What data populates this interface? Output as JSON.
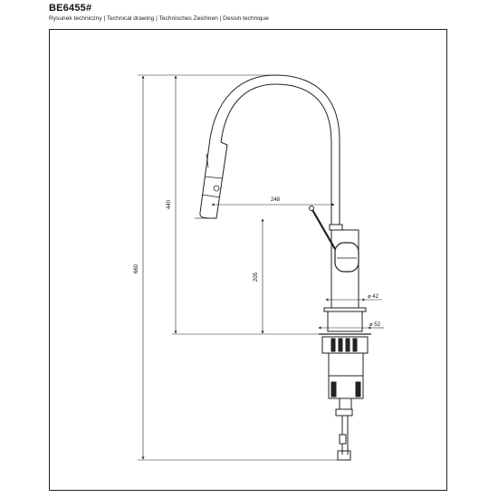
{
  "header": {
    "product_code": "BE6455#",
    "subtitle": "Rysunek techniczny | Technical drawing | Technisches Zeichnen | Dessin technique"
  },
  "dimensions": {
    "total_height": "660",
    "spout_height": "440",
    "handle_height": "205",
    "reach": "248",
    "body_diameter": "⌀ 42",
    "base_diameter": "⌀ 52"
  },
  "colors": {
    "line": "#222222",
    "background": "#ffffff"
  }
}
